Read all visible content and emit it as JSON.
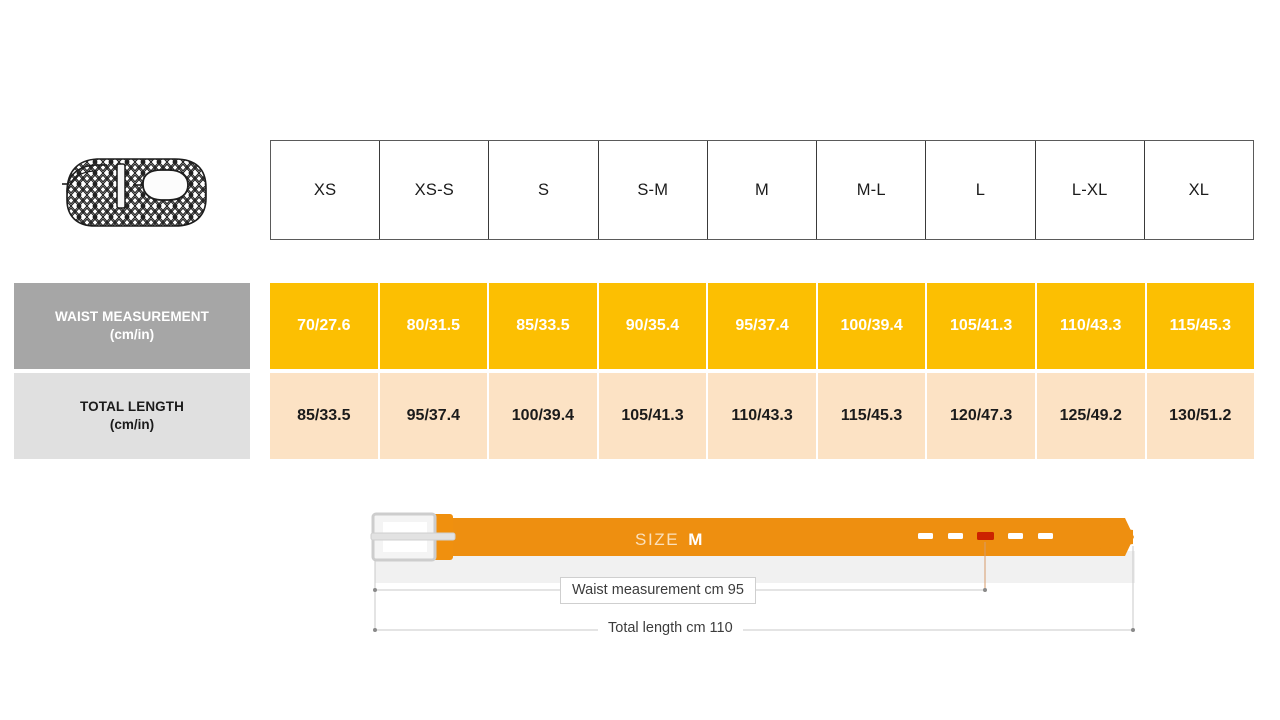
{
  "chart_data": {
    "type": "table",
    "title": "Belt size chart",
    "categories": [
      "XS",
      "XS-S",
      "S",
      "S-M",
      "M",
      "M-L",
      "L",
      "L-XL",
      "XL"
    ],
    "row_labels": [
      "WAIST MEASUREMENT (cm/in)",
      "TOTAL LENGTH (cm/in)"
    ],
    "series": [
      {
        "name": "WAIST MEASUREMENT (cm/in)",
        "values": [
          "70/27.6",
          "80/31.5",
          "85/33.5",
          "90/35.4",
          "95/37.4",
          "100/39.4",
          "105/41.3",
          "110/43.3",
          "115/45.3"
        ],
        "cm": [
          70,
          80,
          85,
          90,
          95,
          100,
          105,
          110,
          115
        ],
        "in": [
          27.6,
          31.5,
          33.5,
          35.4,
          37.4,
          39.4,
          41.3,
          43.3,
          45.3
        ]
      },
      {
        "name": "TOTAL LENGTH (cm/in)",
        "values": [
          "85/33.5",
          "95/37.4",
          "100/39.4",
          "105/41.3",
          "110/43.3",
          "115/45.3",
          "120/47.3",
          "125/49.2",
          "130/51.2"
        ],
        "cm": [
          85,
          95,
          100,
          105,
          110,
          115,
          120,
          125,
          130
        ],
        "in": [
          33.5,
          37.4,
          39.4,
          41.3,
          43.3,
          45.3,
          47.3,
          49.2,
          51.2
        ]
      }
    ],
    "grid": true,
    "legend": "none"
  },
  "product_thumbnail": {
    "icon": "woven-braided-belt-icon",
    "alt": "Rolled woven braided belt line drawing"
  },
  "size_table": {
    "headers": [
      "XS",
      "XS-S",
      "S",
      "S-M",
      "M",
      "M-L",
      "L",
      "L-XL",
      "XL"
    ]
  },
  "waist_row": {
    "label_line1": "WAIST MEASUREMENT",
    "label_line2": "(cm/in)",
    "values": [
      "70/27.6",
      "80/31.5",
      "85/33.5",
      "90/35.4",
      "95/37.4",
      "100/39.4",
      "105/41.3",
      "110/43.3",
      "115/45.3"
    ]
  },
  "length_row": {
    "label_line1": "TOTAL LENGTH",
    "label_line2": "(cm/in)",
    "values": [
      "85/33.5",
      "95/37.4",
      "100/39.4",
      "105/41.3",
      "110/43.3",
      "115/45.3",
      "120/47.3",
      "125/49.2",
      "130/51.2"
    ]
  },
  "belt_diagram": {
    "size_prefix": "SIZE",
    "size_value": "M",
    "waist_dimension_label": "Waist measurement cm 95",
    "total_dimension_label": "Total length cm 110",
    "holes_count": 5,
    "active_hole_index": 2,
    "icon": "belt-side-view-icon"
  },
  "colors": {
    "accent_yellow": "#FCBF02",
    "accent_peach": "#FCE2C4",
    "label_grey_dark": "#A6A6A6",
    "label_grey_light": "#E0E0E0",
    "belt_orange": "#EE8F10",
    "active_hole_red": "#CC2200",
    "table_border": "#3A3A3A",
    "dimension_line": "#BFBFBF",
    "text_dark": "#1B1B1B",
    "text_white": "#FFFFFF"
  }
}
